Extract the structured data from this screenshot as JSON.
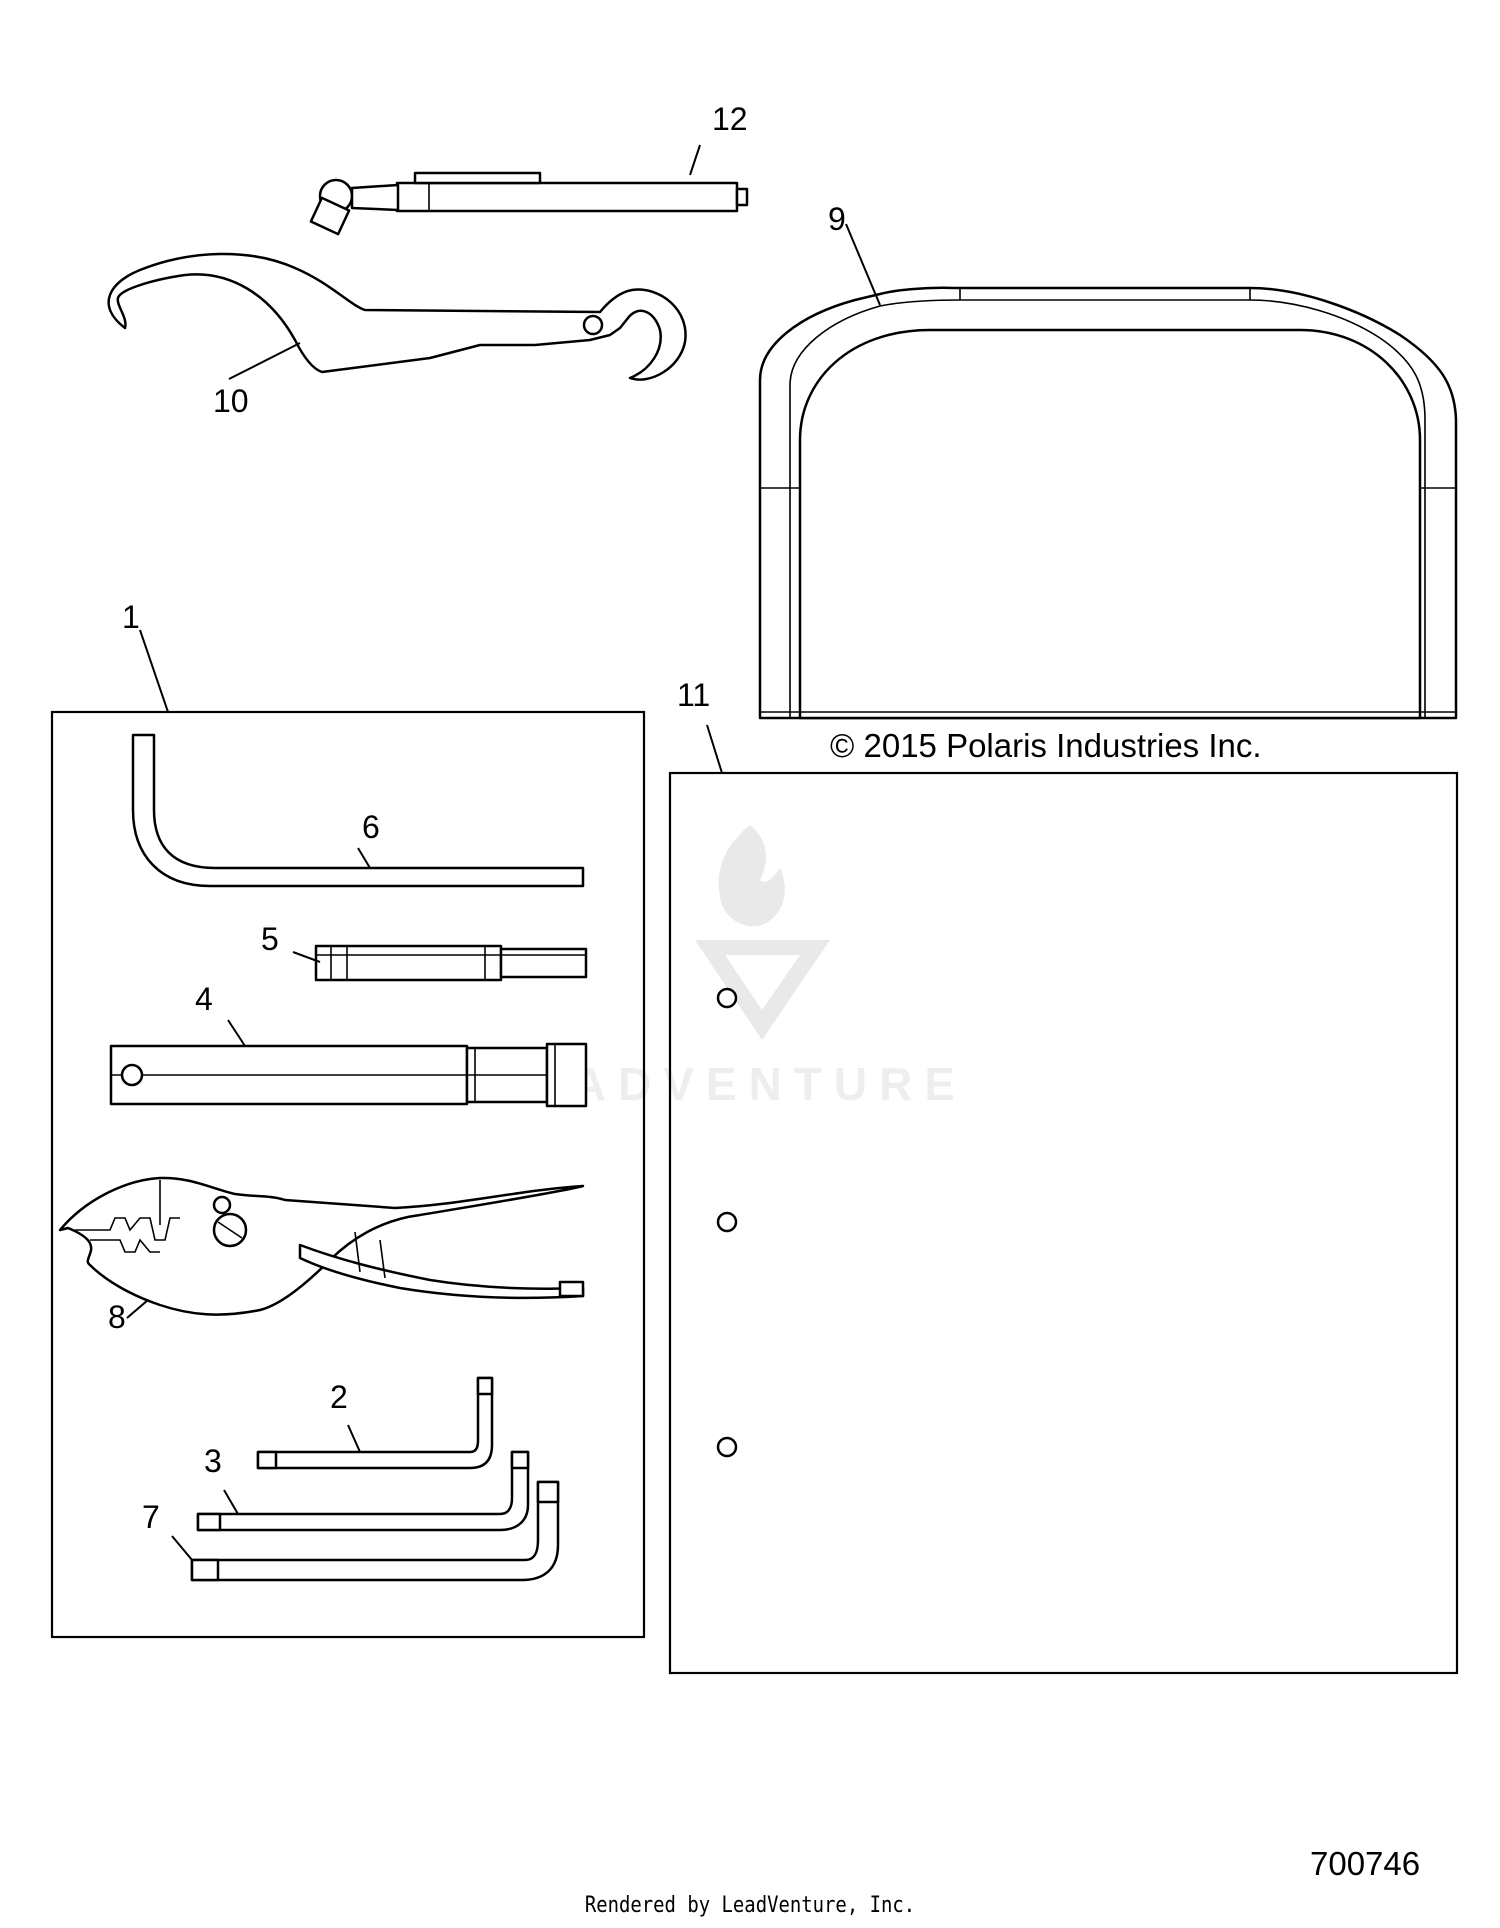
{
  "diagram": {
    "callouts": {
      "c1": "1",
      "c2": "2",
      "c3": "3",
      "c4": "4",
      "c5": "5",
      "c6": "6",
      "c7": "7",
      "c8": "8",
      "c9": "9",
      "c10": "10",
      "c11": "11",
      "c12": "12"
    },
    "copyright": "© 2015 Polaris Industries Inc.",
    "diagram_id": "700746",
    "watermark": "LEADVENTURE",
    "credit": "Rendered by LeadVenture, Inc."
  }
}
